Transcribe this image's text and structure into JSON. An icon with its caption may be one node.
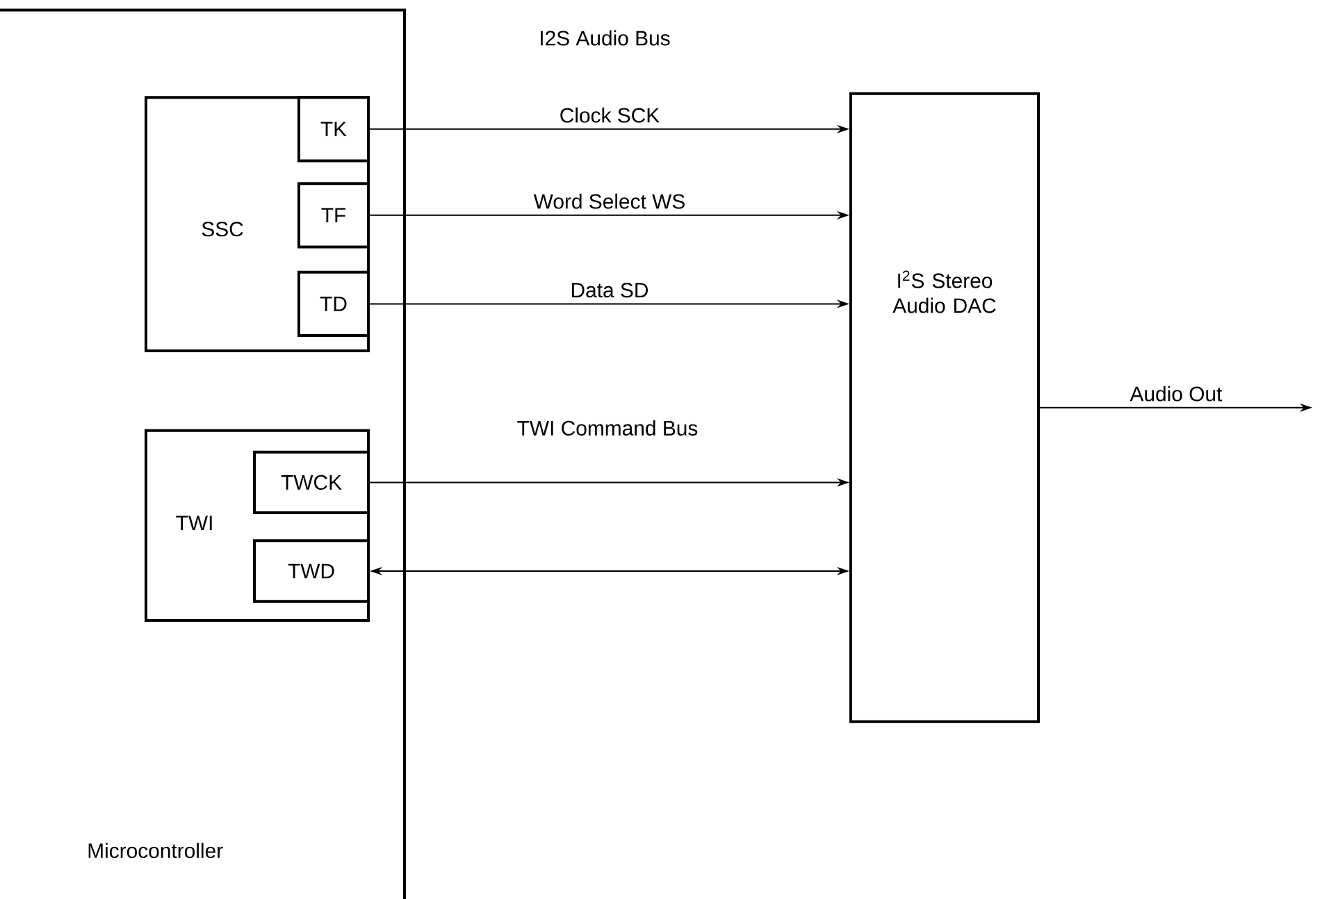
{
  "diagram": {
    "nodes": [
      {
        "text": [
          "Microcontroller"
        ]
      },
      {
        "text": [
          "SSC"
        ],
        "in": 0
      },
      {
        "text": [
          "TK"
        ],
        "in": 1
      },
      {
        "text": [
          "TF"
        ],
        "in": 1
      },
      {
        "text": [
          "TD"
        ],
        "in": 1
      },
      {
        "text": [
          "TWI"
        ],
        "in": 0
      },
      {
        "text": [
          "TWCK"
        ],
        "in": 5
      },
      {
        "text": [
          "TWD"
        ],
        "in": 5
      },
      {
        "text": [
          "I$^{2}$S Stereo Audio DAC"
        ]
      }
    ],
    "edges": [
      {
        "from": 2,
        "to": 8,
        "arrow": "to",
        "label": "Clock SCK"
      },
      {
        "from": 3,
        "to": 8,
        "arrow": "to",
        "label": "Word Select WS"
      },
      {
        "from": 4,
        "to": 8,
        "arrow": "to",
        "label": "Data SD"
      },
      {
        "from": 6,
        "to": 8,
        "arrow": "to"
      },
      {
        "from": 7,
        "to": 8,
        "arrow": "both"
      },
      {
        "from": 8,
        "to": null,
        "arrow": "to",
        "label": "Audio Out"
      }
    ],
    "labels": [
      "I2S Audio Bus",
      "TWI Command Bus"
    ]
  }
}
